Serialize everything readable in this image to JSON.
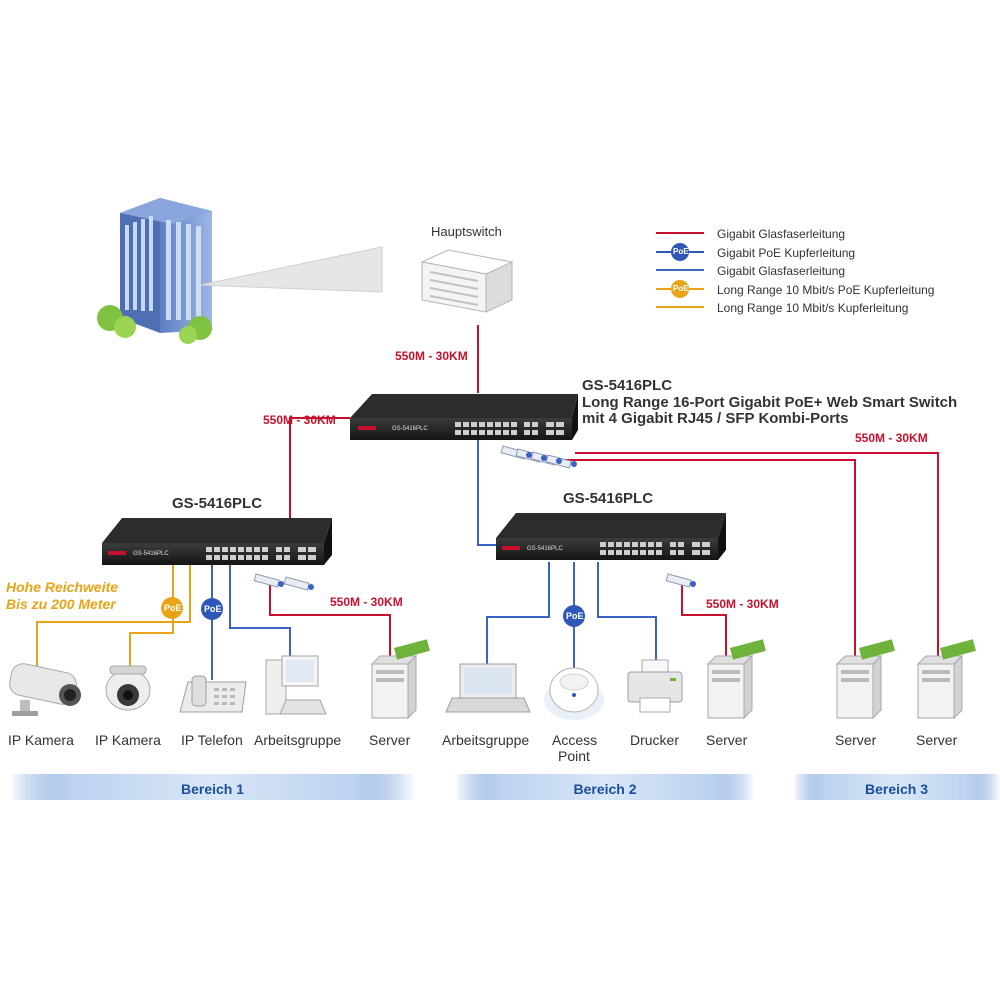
{
  "colors": {
    "fiber_red": "#c8102e",
    "poe_blue": "#2e57b8",
    "copper_blue": "#3a63c4",
    "long_range_orange": "#e8a317",
    "band_blue": "#3f77c8"
  },
  "hauptswitch": {
    "label": "Hauptswitch"
  },
  "main_switch": {
    "name": "GS-5416PLC",
    "desc_line1": "Long Range 16-Port Gigabit PoE+ Web Smart Switch",
    "desc_line2": "mit 4 Gigabit RJ45 / SFP Kombi-Ports"
  },
  "switch_left": {
    "name": "GS-5416PLC"
  },
  "switch_right": {
    "name": "GS-5416PLC"
  },
  "legend": {
    "items": [
      {
        "label": "Gigabit Glasfaserleitung",
        "color": "#c8102e",
        "badge": ""
      },
      {
        "label": "Gigabit PoE Kupferleitung",
        "color": "#2e57b8",
        "badge": "PoE"
      },
      {
        "label": "Gigabit Glasfaserleitung",
        "color": "#3a63c4",
        "badge": ""
      },
      {
        "label": "Long Range 10 Mbit/s PoE Kupferleitung",
        "color": "#e8a317",
        "badge": "PoE"
      },
      {
        "label": "Long Range 10 Mbit/s Kupferleitung",
        "color": "#e8a317",
        "badge": ""
      }
    ]
  },
  "distances": {
    "main_top": "550M - 30KM",
    "main_left": "550M - 30KM",
    "main_right": "550M - 30KM",
    "bereich1_server": "550M - 30KM",
    "bereich2_server": "550M - 30KM"
  },
  "long_range": {
    "line1": "Hohe Reichweite",
    "line2": "Bis zu 200 Meter"
  },
  "badges": {
    "poe": "PoE"
  },
  "devices": {
    "ip_kamera_1": "IP Kamera",
    "ip_kamera_2": "IP Kamera",
    "ip_telefon": "IP Telefon",
    "arbeitsgruppe_1": "Arbeitsgruppe",
    "server_1": "Server",
    "arbeitsgruppe_2": "Arbeitsgruppe",
    "access_point_1": "Access",
    "access_point_2": "Point",
    "drucker": "Drucker",
    "server_2": "Server",
    "server_3": "Server",
    "server_4": "Server"
  },
  "bands": {
    "bereich1": "Bereich 1",
    "bereich2": "Bereich 2",
    "bereich3": "Bereich 3"
  },
  "switch_logo": "GS-5416PLC"
}
